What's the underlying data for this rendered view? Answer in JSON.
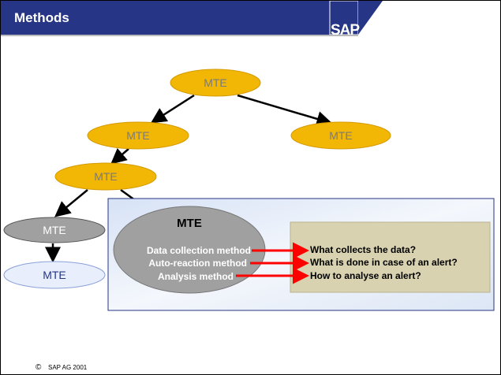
{
  "header": {
    "title": "Methods",
    "logo": "SAP",
    "color": "#263585"
  },
  "nodes": {
    "root": "MTE",
    "left": "MTE",
    "right": "MTE",
    "mid": "MTE",
    "gray": "MTE",
    "blue": "MTE",
    "main": "MTE"
  },
  "methods": [
    {
      "name": "Data collection method",
      "question": "What collects the data?"
    },
    {
      "name": "Auto-reaction method",
      "question": "What is done in case of an alert?"
    },
    {
      "name": "Analysis method",
      "question": "How to analyse an alert?"
    }
  ],
  "footer": {
    "copyright": "SAP AG 2001",
    "symbol": "©"
  },
  "colors": {
    "orange": "#f2b705",
    "gray": "#a0a0a0",
    "blue": "#e8eefc",
    "khaki": "#d8d2b0",
    "arrow_red": "#ff0000"
  }
}
